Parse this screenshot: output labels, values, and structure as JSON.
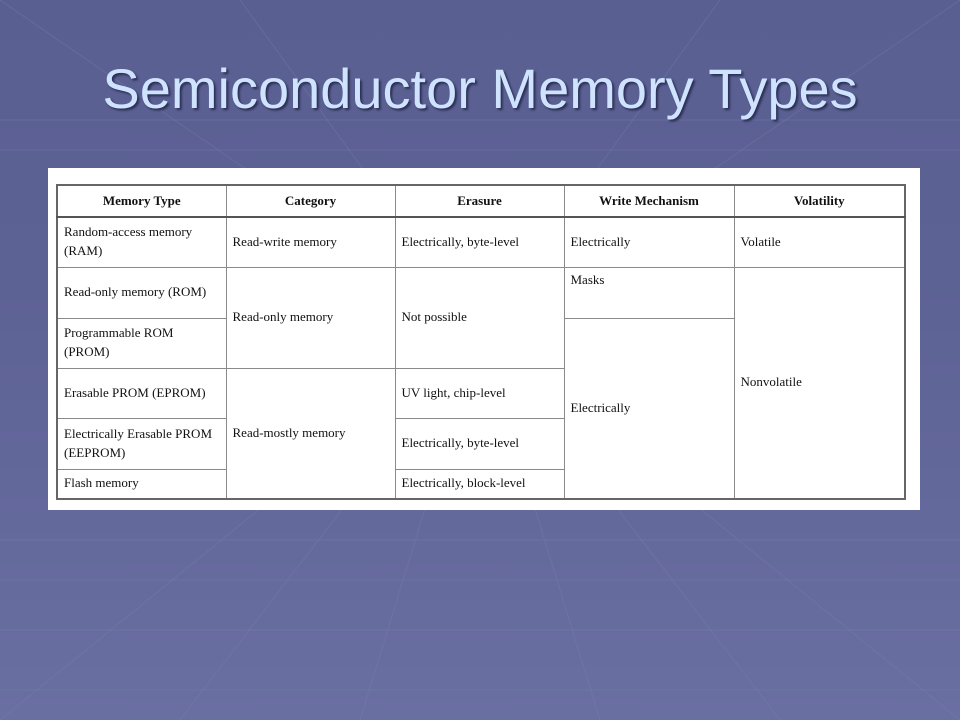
{
  "slide": {
    "title": "Semiconductor Memory Types"
  },
  "table": {
    "headers": [
      "Memory Type",
      "Category",
      "Erasure",
      "Write Mechanism",
      "Volatility"
    ],
    "memory_types": [
      "Random-access memory (RAM)",
      "Read-only memory (ROM)",
      "Programmable ROM (PROM)",
      "Erasable PROM (EPROM)",
      "Electrically Erasable PROM (EEPROM)",
      "Flash memory"
    ],
    "categories": [
      "Read-write memory",
      "Read-only memory",
      "Read-mostly memory"
    ],
    "erasure": [
      "Electrically, byte-level",
      "Not possible",
      "UV light, chip-level",
      "Electrically, byte-level",
      "Electrically, block-level"
    ],
    "write_mechanism": [
      "Electrically",
      "Masks",
      "Electrically"
    ],
    "volatility": [
      "Volatile",
      "Nonvolatile"
    ]
  },
  "colors": {
    "background": "#5d6295",
    "title": "#cfe3ff"
  }
}
